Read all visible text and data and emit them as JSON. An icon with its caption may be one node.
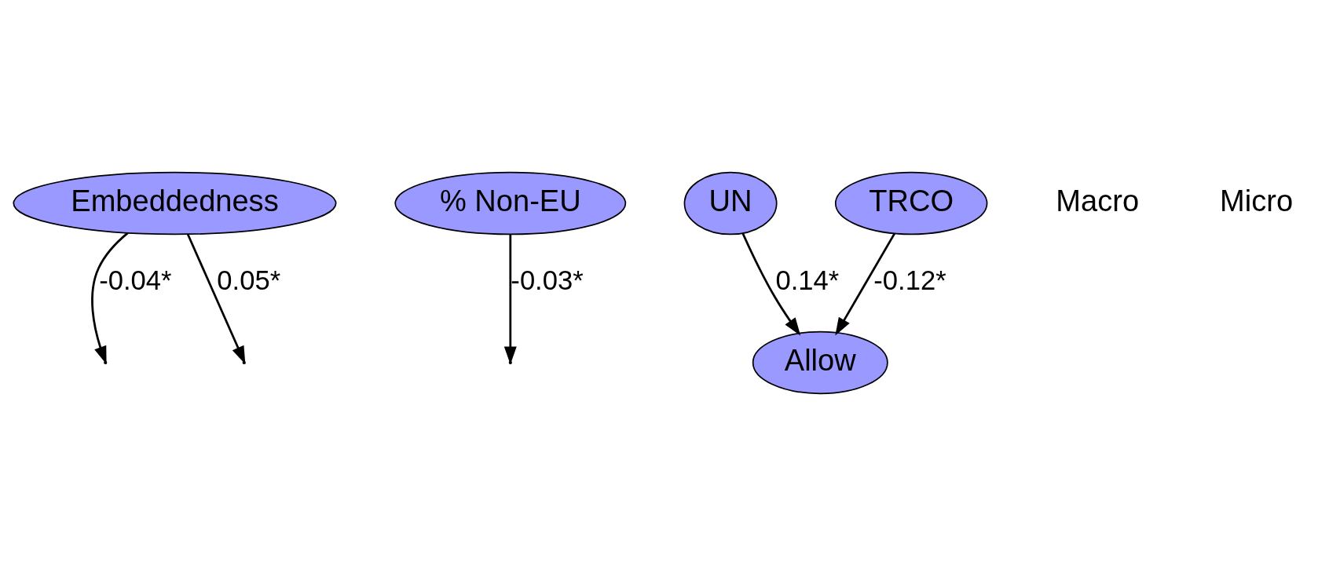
{
  "diagram": {
    "nodes": [
      {
        "text": [
          "Embeddedness"
        ]
      },
      {
        "text": [
          "% Non-EU"
        ]
      },
      {
        "text": [
          "Allow"
        ]
      },
      {
        "text": [
          "UN"
        ]
      },
      {
        "text": [
          "TRCO"
        ]
      }
    ],
    "edges": [
      {
        "from": 0,
        "to": null,
        "arrow": "to",
        "label": "-0.04*"
      },
      {
        "from": 0,
        "to": null,
        "arrow": "to",
        "label": "0.05*"
      },
      {
        "from": 1,
        "to": null,
        "arrow": "to",
        "label": "-0.03*"
      },
      {
        "from": 3,
        "to": 2,
        "arrow": "to",
        "label": "0.14*"
      },
      {
        "from": 4,
        "to": 2,
        "arrow": "to",
        "label": "-0.12*"
      }
    ],
    "labels": [
      "Macro",
      "Micro"
    ]
  }
}
